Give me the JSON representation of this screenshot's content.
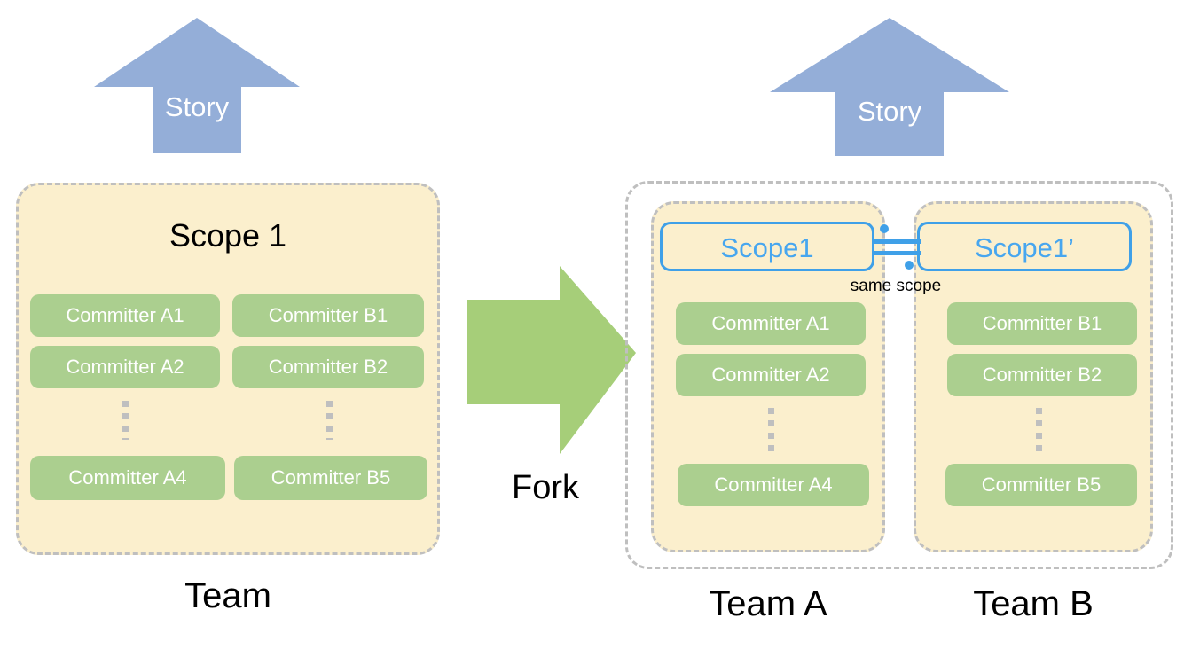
{
  "diagram": {
    "title_left": "Scope 1",
    "transition_label": "Fork",
    "same_scope_label": "same scope",
    "colors": {
      "arrow_blue": "#94aed8",
      "arrow_green": "#a6ce79",
      "pill_green": "#abcf8f",
      "panel_beige": "#fbefcd",
      "dashed_gray": "#bfbfbf",
      "scope_blue": "#47a6ef",
      "text_black": "#000000",
      "text_white": "#ffffff"
    }
  },
  "left": {
    "story_arrow": {
      "label": "Story",
      "icon": "up-arrow-icon"
    },
    "team_caption": "Team",
    "scope_title": "Scope 1",
    "columns": [
      {
        "name": "column-a",
        "top_items": [
          "Committer A1",
          "Committer A2"
        ],
        "ellipsis": "vertical-dots",
        "bottom_item": "Committer A4"
      },
      {
        "name": "column-b",
        "top_items": [
          "Committer B1",
          "Committer B2"
        ],
        "ellipsis": "vertical-dots",
        "bottom_item": "Committer B5"
      }
    ]
  },
  "middle": {
    "fork_arrow": {
      "label": "Fork",
      "icon": "right-arrow-icon"
    }
  },
  "right": {
    "story_arrow": {
      "label": "Story",
      "icon": "up-arrow-icon"
    },
    "equivalence_symbol": "approximately-equal-icon",
    "same_scope_label": "same scope",
    "teams": [
      {
        "caption": "Team A",
        "scope_label": "Scope1",
        "top_items": [
          "Committer A1",
          "Committer A2"
        ],
        "ellipsis": "vertical-dots",
        "bottom_item": "Committer A4"
      },
      {
        "caption": "Team B",
        "scope_label": "Scope1’",
        "top_items": [
          "Committer B1",
          "Committer B2"
        ],
        "ellipsis": "vertical-dots",
        "bottom_item": "Committer B5"
      }
    ]
  }
}
